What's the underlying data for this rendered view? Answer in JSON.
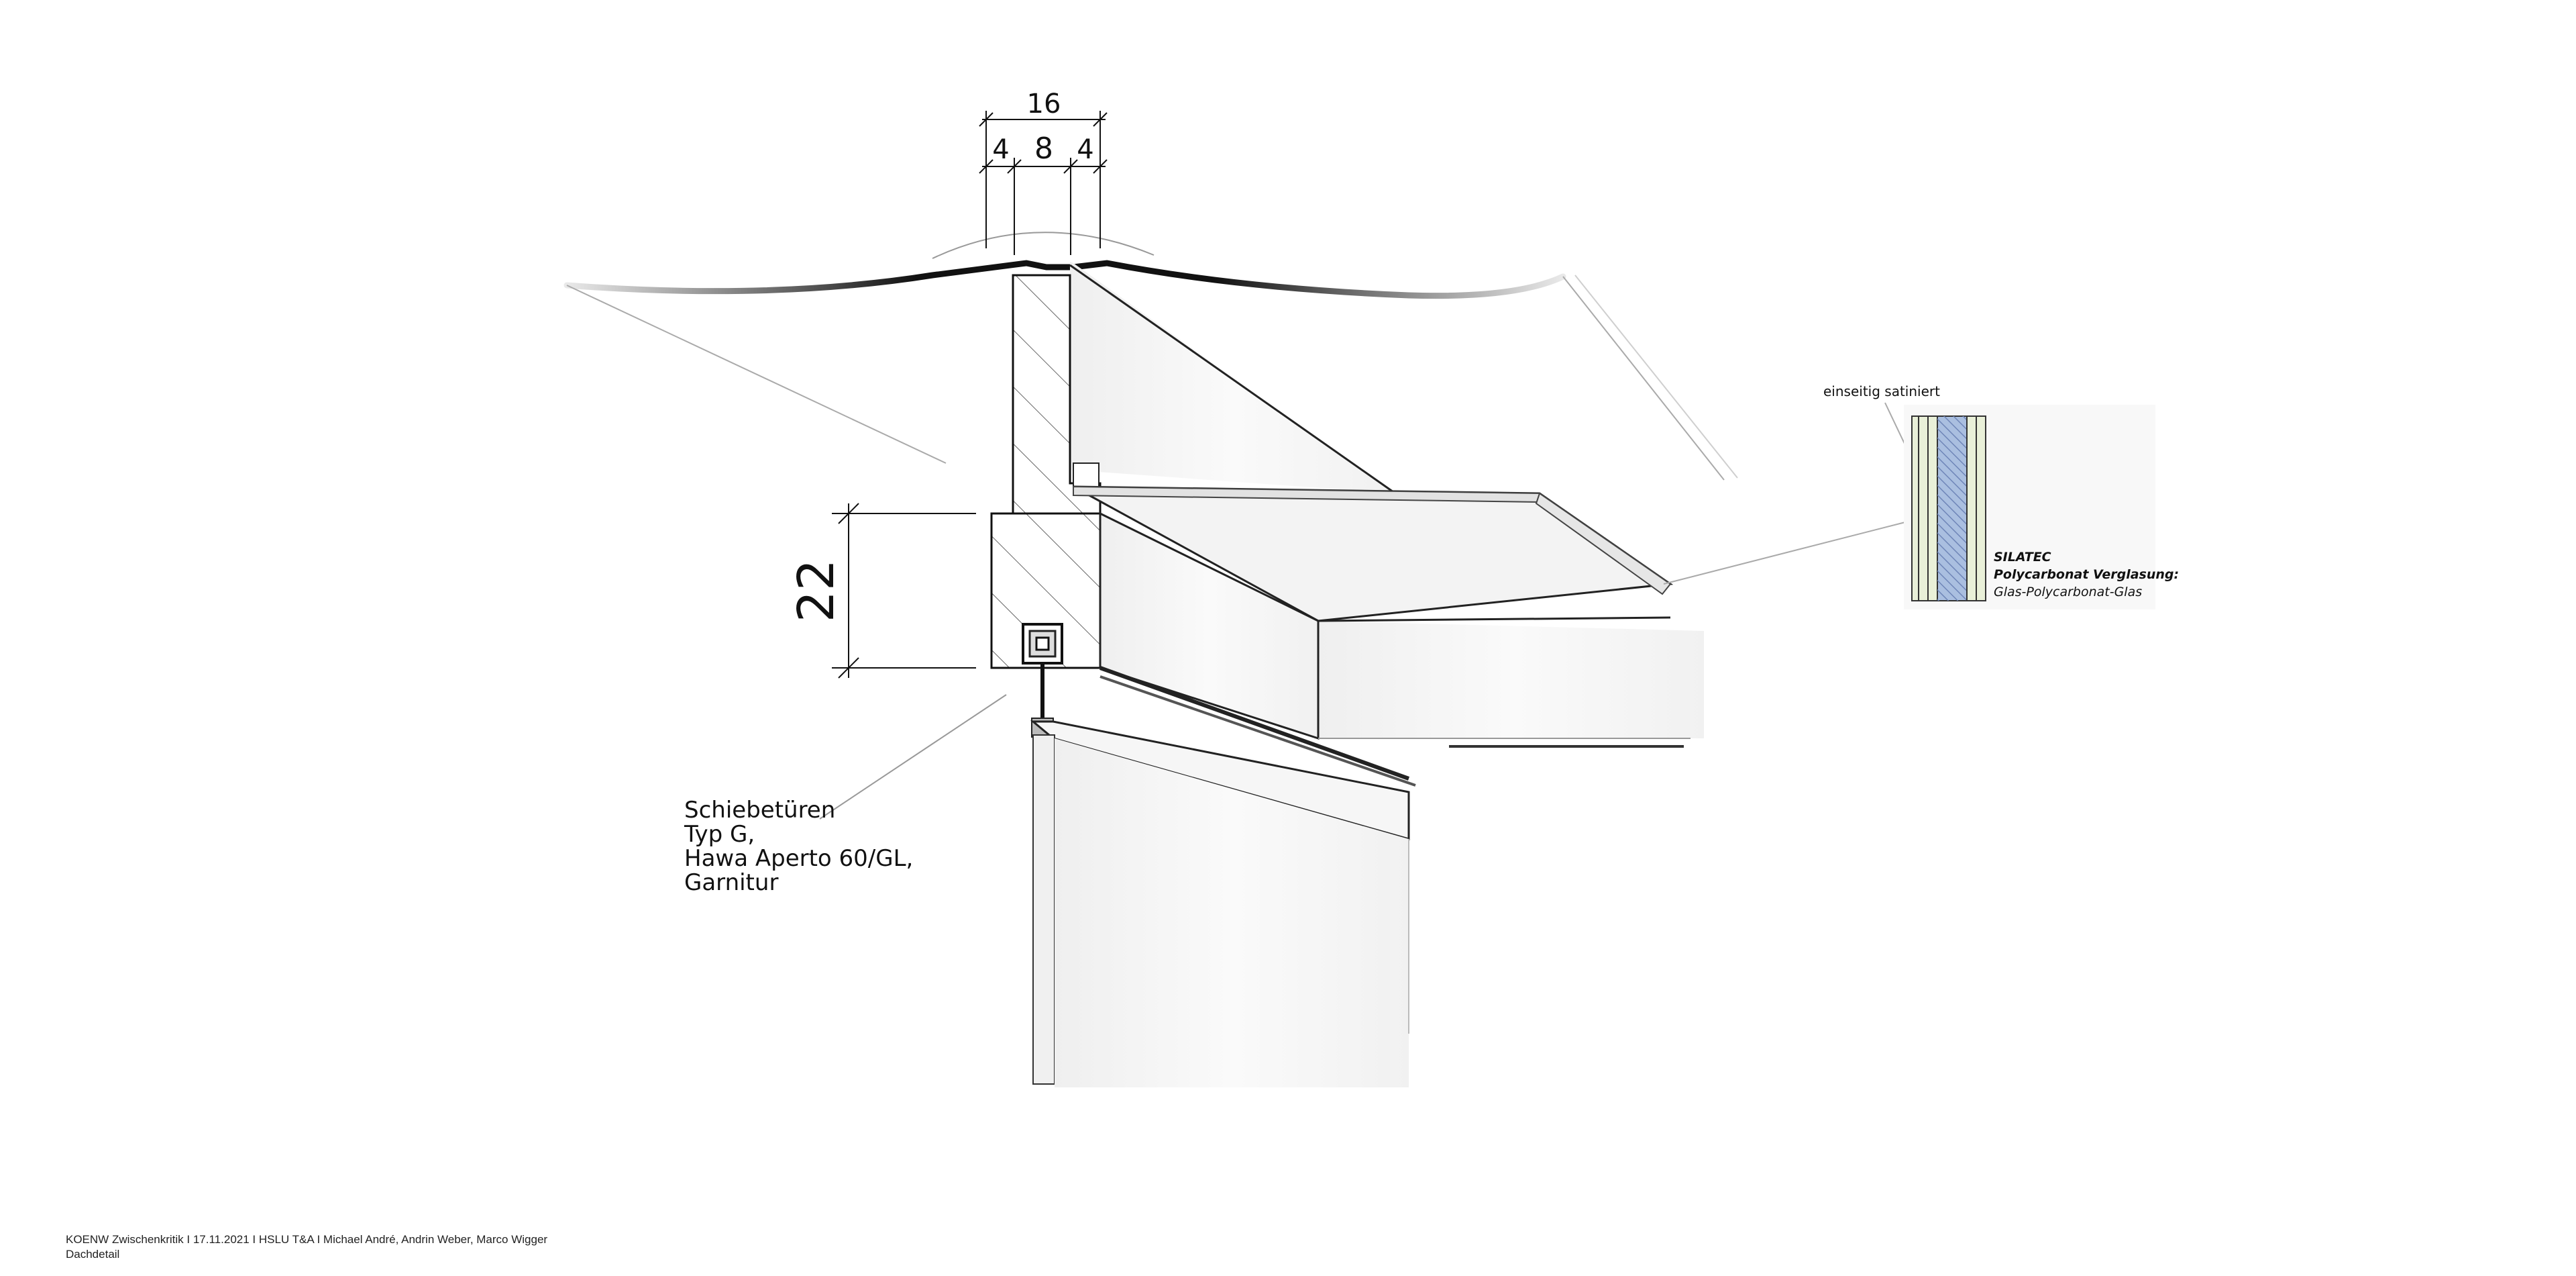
{
  "dimensions": {
    "top_total": "16",
    "top_left": "4",
    "top_mid": "8",
    "top_right": "4",
    "side_height": "22"
  },
  "labels": {
    "sliding_door": [
      "Schiebetüren",
      "Typ G,",
      "Hawa Aperto 60/GL,",
      "Garnitur"
    ],
    "satinated": "einseitig satiniert",
    "glazing_brand": "SILATEC",
    "glazing_title": "Polycarbonat Verglasung:",
    "glazing_layers": "Glas-Polycarbonat-Glas"
  },
  "footer": {
    "line1": "KOENW Zwischenkritik  I 17.11.2021  I  HSLU T&A  I  Michael André, Andrin Weber, Marco Wigger",
    "line2": "Dachdetail"
  },
  "colors": {
    "line": "#1a1a1a",
    "hatch": "#555555",
    "glass_pane": "#e9f0d8",
    "polycarbonate": "#aabfe0"
  }
}
